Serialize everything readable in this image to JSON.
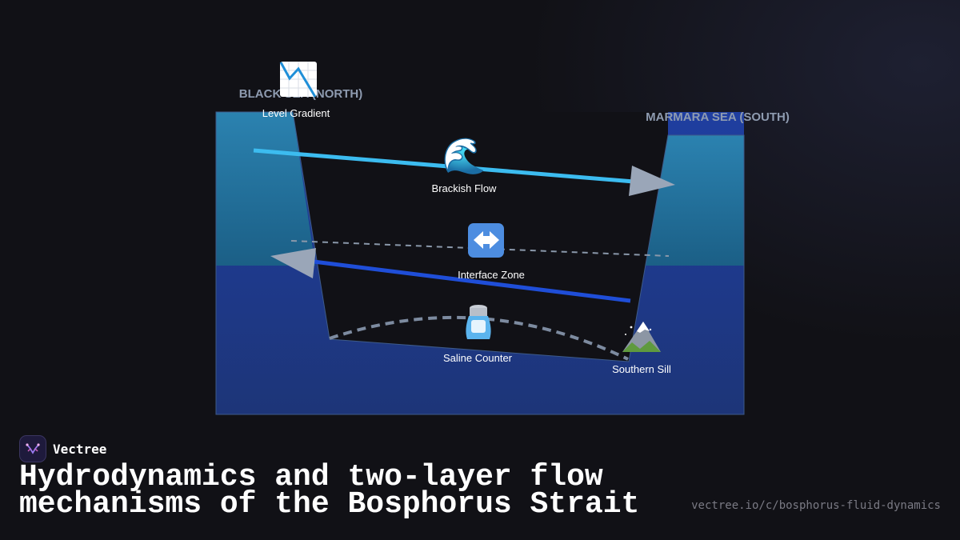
{
  "diagram": {
    "regions": {
      "north": "BLACK SEA (NORTH)",
      "south": "MARMARA SEA (SOUTH)"
    },
    "nodes": [
      {
        "id": "level-gradient",
        "label": "Level Gradient",
        "icon": "chart-decreasing-icon",
        "glyph": "📉"
      },
      {
        "id": "brackish-flow",
        "label": "Brackish Flow",
        "icon": "water-wave-icon",
        "glyph": "🌊"
      },
      {
        "id": "interface-zone",
        "label": "Interface Zone",
        "icon": "left-right-arrow-icon",
        "glyph": "↔️"
      },
      {
        "id": "saline-counter",
        "label": "Saline Counter",
        "icon": "salt-shaker-icon",
        "glyph": "🧂"
      },
      {
        "id": "southern-sill",
        "label": "Southern Sill",
        "icon": "mountain-icon",
        "glyph": "⛰️"
      }
    ],
    "colors": {
      "surface_water": "#2878a0",
      "deep_water": "#1f3a9a",
      "brackish_arrow": "#3cbcf0",
      "saline_arrow": "#1f4ed8",
      "arrow_head": "#9aa6b8",
      "dashed_line": "#8a98aa"
    }
  },
  "brand": {
    "name": "Vectree"
  },
  "title": "Hydrodynamics and two-layer flow mechanisms of the Bosphorus Strait",
  "url": "vectree.io/c/bosphorus-fluid-dynamics"
}
